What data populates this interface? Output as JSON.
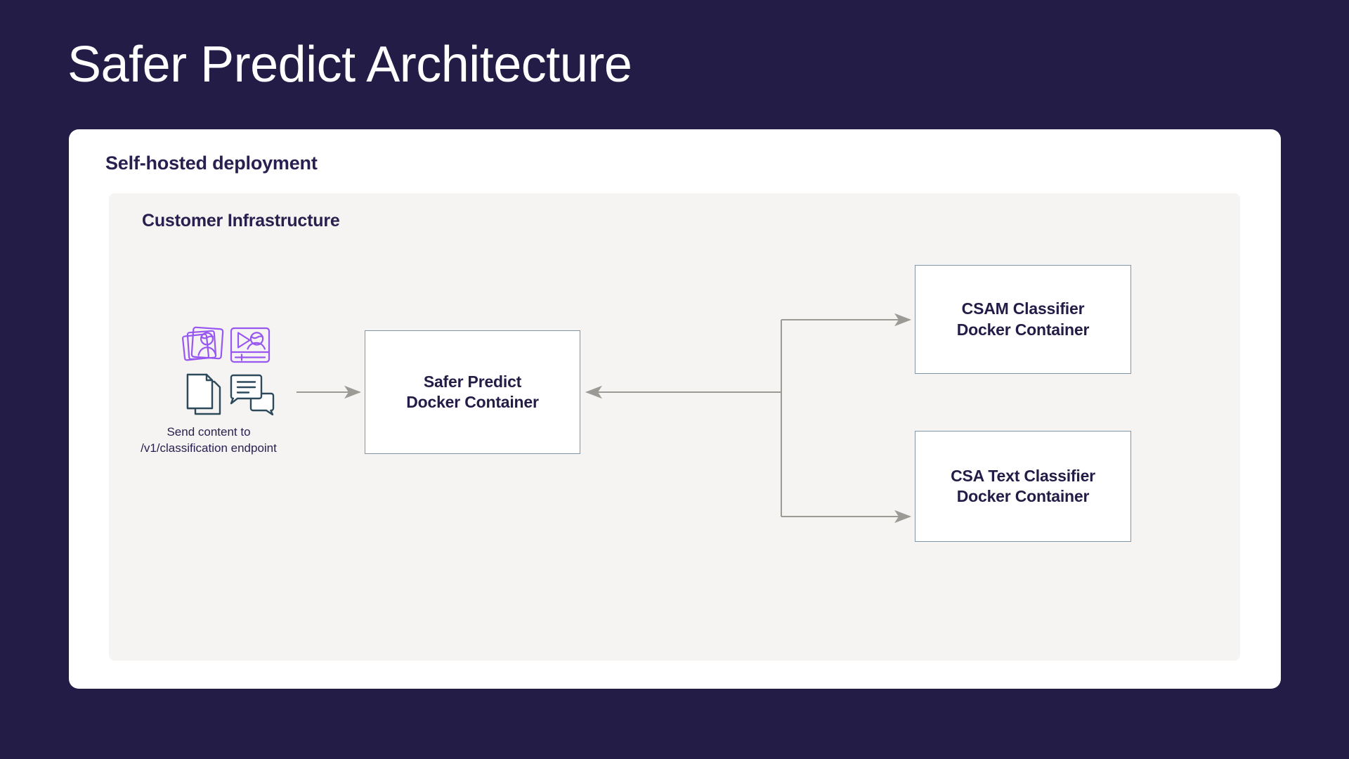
{
  "page": {
    "title": "Safer Predict Architecture",
    "background_color": "#231c46",
    "title_color": "#ffffff"
  },
  "card": {
    "title": "Self-hosted deployment",
    "background_color": "#ffffff",
    "title_color": "#2a2050"
  },
  "panel": {
    "title": "Customer Infrastructure",
    "background_color": "#f5f4f2",
    "title_color": "#2a2050"
  },
  "diagram": {
    "type": "flow-architecture",
    "accent_purple": "#9757f0",
    "accent_slate": "#2d4a5c",
    "connector_color": "#9b9a95",
    "box_border_color": "#7e96a8",
    "box_text_color": "#231c46",
    "input_icons": [
      {
        "name": "photos-icon",
        "label": "Photos",
        "color": "#9757f0"
      },
      {
        "name": "video-icon",
        "label": "Video",
        "color": "#9757f0"
      },
      {
        "name": "document-icon",
        "label": "Documents",
        "color": "#2d4a5c"
      },
      {
        "name": "chat-icon",
        "label": "Chat messages",
        "color": "#2d4a5c"
      }
    ],
    "input_caption": "Send content to\n/v1/classification\nendpoint",
    "nodes": [
      {
        "id": "safer-predict",
        "label": "Safer Predict\nDocker Container"
      },
      {
        "id": "csam-classifier",
        "label": "CSAM Classifier\nDocker Container"
      },
      {
        "id": "csa-text-classifier",
        "label": "CSA Text Classifier\nDocker Container"
      }
    ],
    "edges": [
      {
        "from": "input-icons",
        "to": "safer-predict",
        "direction": "right"
      },
      {
        "from": "safer-predict",
        "to": "csam-classifier",
        "direction": "right"
      },
      {
        "from": "safer-predict",
        "to": "csa-text-classifier",
        "direction": "right"
      },
      {
        "from": "classifiers",
        "to": "safer-predict",
        "direction": "left"
      }
    ]
  }
}
